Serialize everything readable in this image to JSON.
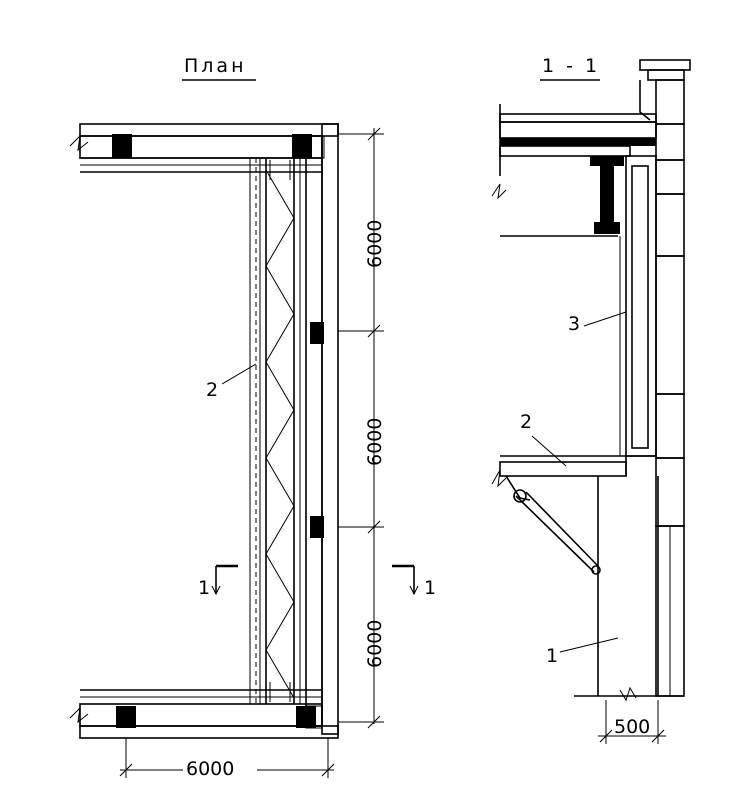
{
  "plan": {
    "title": "План",
    "dim_right_1": "6000",
    "dim_right_2": "6000",
    "dim_right_3": "6000",
    "dim_bottom": "6000",
    "label_2": "2",
    "section_left": "1",
    "section_right": "1"
  },
  "section": {
    "title": "1 - 1",
    "label_1": "1",
    "label_2": "2",
    "label_3": "3",
    "dim_bottom": "500"
  }
}
